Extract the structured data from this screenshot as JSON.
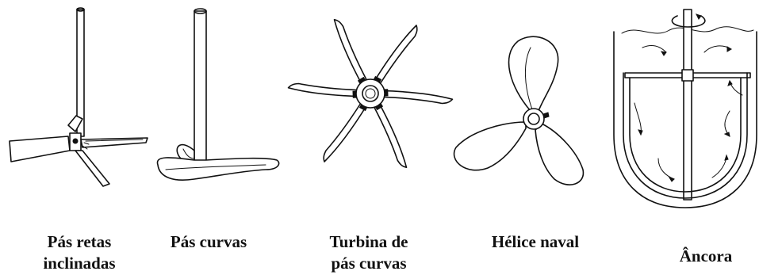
{
  "impellers": [
    {
      "id": "pitched-blade",
      "caption": [
        "Pás  retas",
        "inclinadas"
      ]
    },
    {
      "id": "curved-blade",
      "caption": [
        "Pás curvas"
      ]
    },
    {
      "id": "curved-turbine",
      "caption": [
        "Turbina de",
        "pás curvas"
      ]
    },
    {
      "id": "marine-propeller",
      "caption": [
        "Hélice naval"
      ]
    },
    {
      "id": "anchor",
      "caption": [
        "Âncora"
      ]
    }
  ]
}
